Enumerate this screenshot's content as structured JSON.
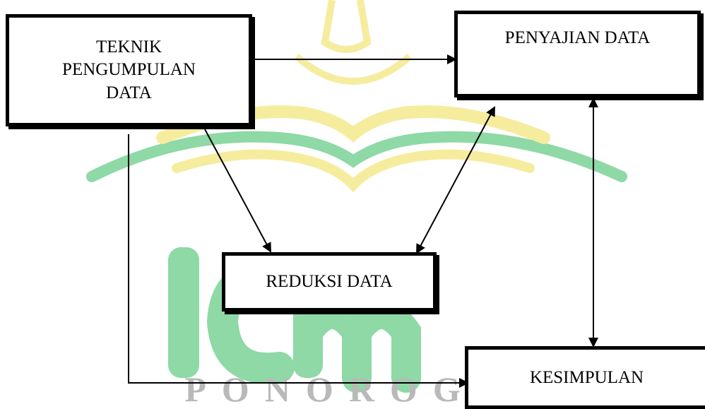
{
  "diagram": {
    "nodes": {
      "teknik": {
        "lines": [
          "TEKNIK",
          "PENGUMPULAN",
          "DATA"
        ]
      },
      "penyajian": {
        "label": "PENYAJIAN DATA"
      },
      "reduksi": {
        "label": "REDUKSI DATA"
      },
      "kesimpulan": {
        "label": "KESIMPULAN"
      }
    },
    "edges": [
      {
        "from": "teknik",
        "to": "penyajian",
        "direction": "forward"
      },
      {
        "from": "teknik",
        "to": "reduksi",
        "direction": "forward"
      },
      {
        "from": "penyajian",
        "to": "reduksi",
        "direction": "both"
      },
      {
        "from": "penyajian",
        "to": "kesimpulan",
        "direction": "both"
      },
      {
        "from": "teknik",
        "to": "kesimpulan",
        "direction": "forward"
      }
    ]
  },
  "watermark": {
    "text": "PONOROGO",
    "colors": {
      "green": "#8ed9a6",
      "yellow": "#f6ec9e",
      "letters": "#b9b9b9"
    }
  }
}
